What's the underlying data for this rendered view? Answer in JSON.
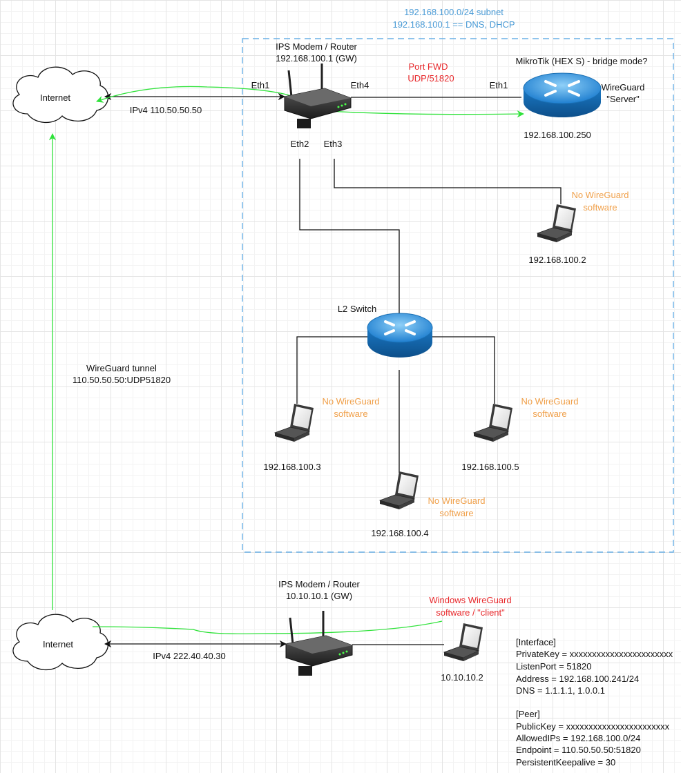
{
  "subnet": {
    "line1": "192.168.100.0/24 subnet",
    "line2": "192.168.100.1 == DNS, DHCP"
  },
  "clouds": {
    "top": "Internet",
    "bottom": "Internet"
  },
  "router_top": {
    "title": "IPS Modem / Router",
    "ip": "192.168.100.1 (GW)",
    "eth1": "Eth1",
    "eth2": "Eth2",
    "eth3": "Eth3",
    "eth4": "Eth4"
  },
  "links": {
    "top_ipv4": "IPv4 110.50.50.50",
    "bottom_ipv4": "IPv4 222.40.40.30"
  },
  "port_fwd": {
    "line1": "Port FWD",
    "line2": "UDP/51820"
  },
  "mikrotik": {
    "title": "MikroTik (HEX S) - bridge mode?",
    "eth1": "Eth1",
    "wg1": "WireGuard",
    "wg2": "\"Server\"",
    "ip": "192.168.100.250"
  },
  "switch": {
    "label": "L2 Switch"
  },
  "laptops": {
    "no_wg_line1": "No WireGuard",
    "no_wg_line2": "software",
    "ip2": "192.168.100.2",
    "ip3": "192.168.100.3",
    "ip4": "192.168.100.4",
    "ip5": "192.168.100.5"
  },
  "tunnel": {
    "line1": "WireGuard tunnel",
    "line2": "110.50.50.50:UDP51820"
  },
  "router_bottom": {
    "title": "IPS Modem / Router",
    "ip": "10.10.10.1 (GW)"
  },
  "client": {
    "line1": "Windows WireGuard",
    "line2": "software / \"client\"",
    "ip": "10.10.10.2"
  },
  "config": {
    "interface_header": "[Interface]",
    "private_key": "PrivateKey = xxxxxxxxxxxxxxxxxxxxxxx",
    "listen_port": "ListenPort = 51820",
    "address": "Address = 192.168.100.241/24",
    "dns": "DNS = 1.1.1.1, 1.0.0.1",
    "peer_header": "[Peer]",
    "public_key": "PublicKey = xxxxxxxxxxxxxxxxxxxxxxx",
    "allowed_ips": "AllowedIPs = 192.168.100.0/24",
    "endpoint": "Endpoint = 110.50.50.50:51820",
    "keepalive": "PersistentKeepalive = 30"
  }
}
